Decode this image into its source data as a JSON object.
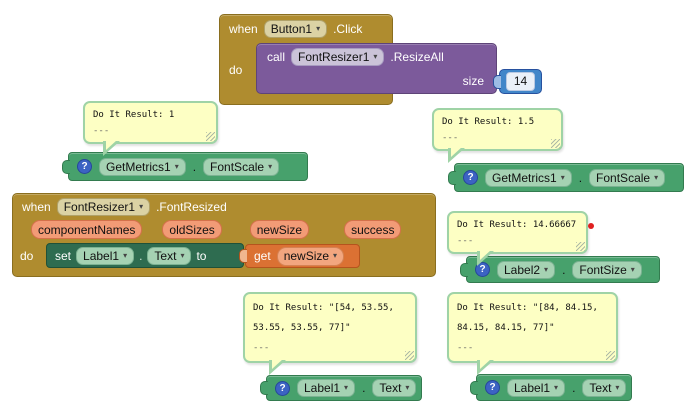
{
  "colors": {
    "page_bg": "#ffffff",
    "event_gold": "#AF8C2F",
    "method_purple": "#7C5A9B",
    "getter_green": "#47A16C",
    "setter_green": "#2E6C50",
    "variable_orange": "#DB7133",
    "param_salmon": "#F29B76",
    "number_blue": "#4186C9",
    "bubble_bg": "#FDFFC4",
    "bubble_border": "#9FD3A6",
    "help_blue": "#3C63C3",
    "red_dot": "#E02020"
  },
  "icons": {
    "help": "?",
    "dropdown": "▾"
  },
  "punctuation": {
    "dot": "."
  },
  "blocks": {
    "button_click": {
      "when": "when",
      "component": "Button1",
      "event": ".Click",
      "do": "do",
      "call": {
        "call": "call",
        "component": "FontResizer1",
        "method": ".ResizeAll",
        "arg_label": "size",
        "arg_value": "14"
      }
    },
    "getmetrics_left": {
      "component": "GetMetrics1",
      "property": "FontScale"
    },
    "getmetrics_right": {
      "component": "GetMetrics1",
      "property": "FontScale"
    },
    "font_resized": {
      "when": "when",
      "component": "FontResizer1",
      "event": ".FontResized",
      "params": [
        "componentNames",
        "oldSizes",
        "newSize",
        "success"
      ],
      "do": "do",
      "set": {
        "set": "set",
        "component": "Label1",
        "property": "Text",
        "to": "to"
      },
      "get": {
        "get": "get",
        "variable": "newSize"
      }
    },
    "label2_fontsize": {
      "component": "Label2",
      "property": "FontSize"
    },
    "label1_text_left": {
      "component": "Label1",
      "property": "Text"
    },
    "label1_text_right": {
      "component": "Label1",
      "property": "Text"
    }
  },
  "bubbles": {
    "result1": {
      "line1": "Do It Result: 1",
      "line2": "---"
    },
    "result15": {
      "line1": "Do It Result: 1.5",
      "line2": "---"
    },
    "result1466": {
      "line1": "Do It Result: 14.66667",
      "line2": "---"
    },
    "result54": {
      "line1": "Do It Result: \"[54, 53.55,",
      "line2": "53.55, 53.55, 77]\"",
      "line3": "---"
    },
    "result84": {
      "line1": "Do It Result: \"[84, 84.15,",
      "line2": "84.15, 84.15, 77]\"",
      "line3": "---"
    }
  }
}
